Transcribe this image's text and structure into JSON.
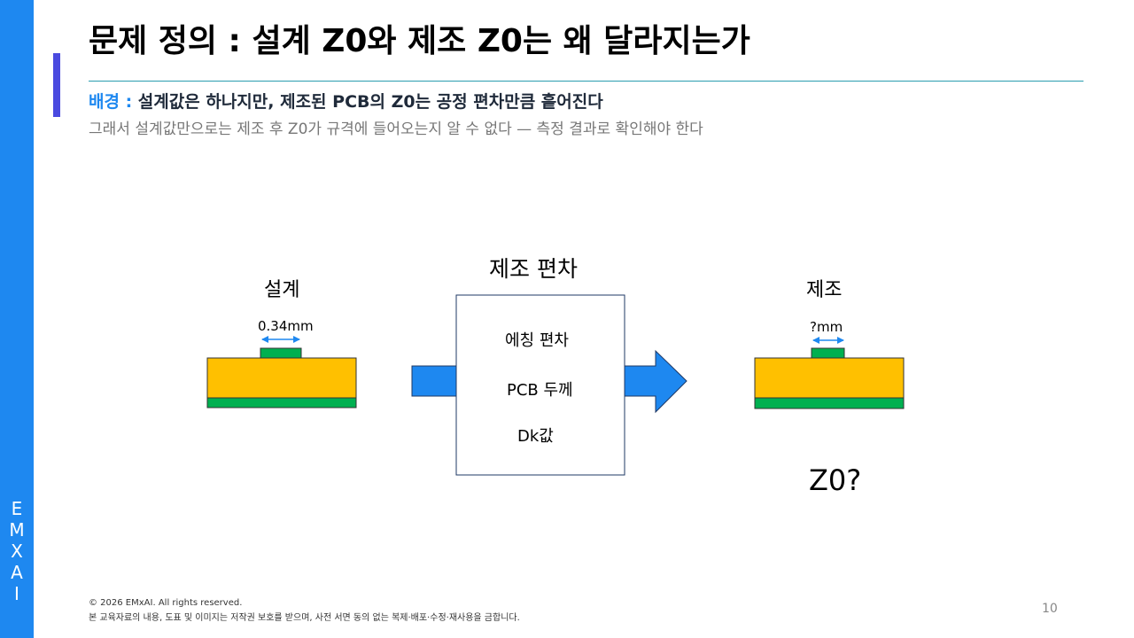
{
  "brand": [
    "E",
    "M",
    "X",
    "A",
    "I"
  ],
  "title": "문제 정의 : 설계 Z0와 제조 Z0는 왜 달라지는가",
  "subtitle": {
    "label": "배경 :",
    "text": " 설계값은 하나지만, 제조된 PCB의 Z0는 공정 편차만큼 흩어진다"
  },
  "description": "그래서 설계값만으로는 제조 후 Z0가 규격에 들어오는지 알 수 없다 — 측정 결과로 확인해야 한다",
  "diagram": {
    "design": {
      "label": "설계",
      "width_label": "0.34mm"
    },
    "process": {
      "title": "제조 편차",
      "items": [
        "에칭 편차",
        "PCB 두께",
        "Dk값"
      ]
    },
    "manufactured": {
      "label": "제조",
      "width_label": "?mm",
      "result": "Z0?"
    },
    "colors": {
      "dielectric": "#ffc000",
      "copper": "#00b050",
      "arrow": "#1e88f0",
      "box_border": "#1f3864"
    }
  },
  "footer": {
    "copyright": "© 2026 EMxAI. All rights reserved.",
    "notice": "본 교육자료의 내용, 도표 및 이미지는 저작권 보호를 받으며, 사전 서면 동의 없는 복제·배포·수정·재사용을 금합니다.",
    "page": "10"
  }
}
